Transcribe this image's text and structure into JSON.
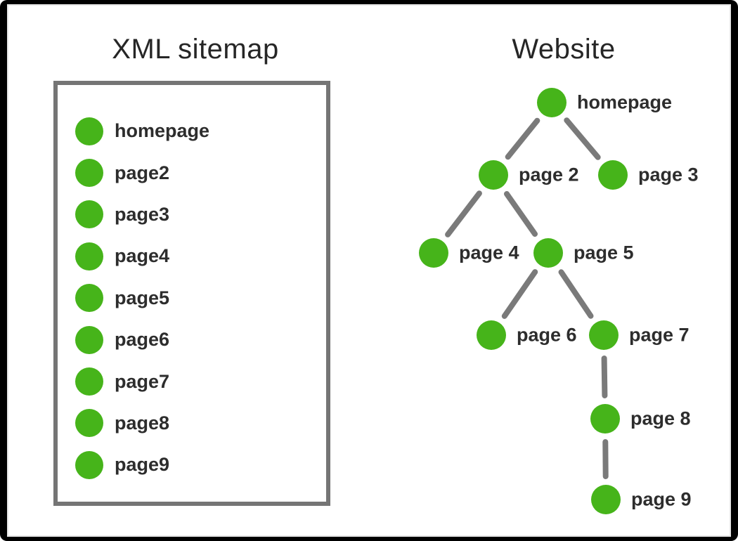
{
  "titles": {
    "left": "XML sitemap",
    "right": "Website"
  },
  "sitemap": {
    "items": [
      "homepage",
      "page2",
      "page3",
      "page4",
      "page5",
      "page6",
      "page7",
      "page8",
      "page9"
    ]
  },
  "tree": {
    "nodes": [
      {
        "id": "homepage",
        "label": "homepage"
      },
      {
        "id": "page2",
        "label": "page 2"
      },
      {
        "id": "page3",
        "label": "page 3"
      },
      {
        "id": "page4",
        "label": "page 4"
      },
      {
        "id": "page5",
        "label": "page 5"
      },
      {
        "id": "page6",
        "label": "page 6"
      },
      {
        "id": "page7",
        "label": "page 7"
      },
      {
        "id": "page8",
        "label": "page 8"
      },
      {
        "id": "page9",
        "label": "page 9"
      }
    ],
    "edges": [
      [
        "homepage",
        "page2"
      ],
      [
        "homepage",
        "page3"
      ],
      [
        "page2",
        "page4"
      ],
      [
        "page2",
        "page5"
      ],
      [
        "page5",
        "page6"
      ],
      [
        "page5",
        "page7"
      ],
      [
        "page7",
        "page8"
      ],
      [
        "page8",
        "page9"
      ]
    ]
  },
  "colors": {
    "node_green": "#46b41a",
    "connector_gray": "#7a7a7a",
    "box_border_gray": "#757575",
    "text_color": "#2d2d2d",
    "title_color": "#262626",
    "frame_black": "#000000",
    "inner_hairline": "#e6e6e6"
  }
}
